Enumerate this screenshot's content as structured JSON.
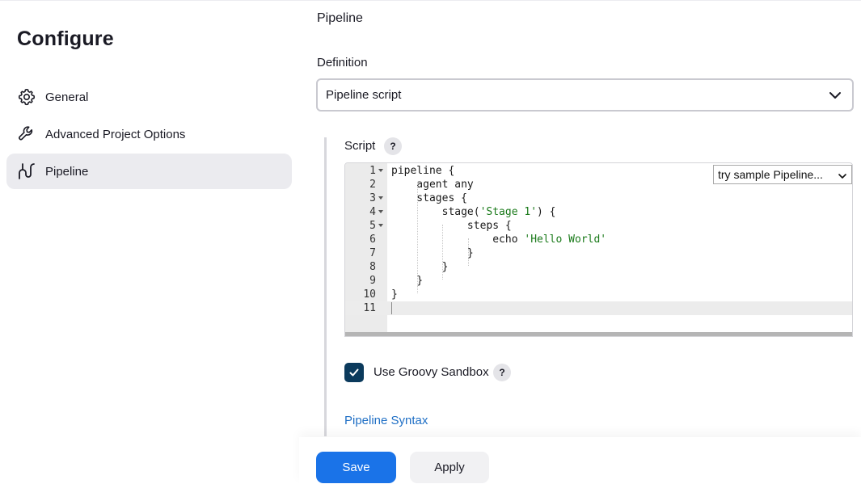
{
  "sidebar": {
    "title": "Configure",
    "items": [
      {
        "label": "General",
        "icon": "gear-icon",
        "active": false
      },
      {
        "label": "Advanced Project Options",
        "icon": "wrench-icon",
        "active": false
      },
      {
        "label": "Pipeline",
        "icon": "pipeline-icon",
        "active": true
      }
    ]
  },
  "main": {
    "section_title": "Pipeline",
    "definition": {
      "label": "Definition",
      "selected": "Pipeline script"
    },
    "script": {
      "label": "Script",
      "help": "?",
      "sample_select": "try sample Pipeline...",
      "lines": [
        {
          "num": "1",
          "fold": true,
          "code": "pipeline {"
        },
        {
          "num": "2",
          "fold": false,
          "code": "    agent any"
        },
        {
          "num": "3",
          "fold": true,
          "code": "    stages {"
        },
        {
          "num": "4",
          "fold": true,
          "code": "        stage(",
          "str": "'Stage 1'",
          "tail": ") {"
        },
        {
          "num": "5",
          "fold": true,
          "code": "            steps {"
        },
        {
          "num": "6",
          "fold": false,
          "code": "                echo ",
          "str": "'Hello World'",
          "tail": ""
        },
        {
          "num": "7",
          "fold": false,
          "code": "            }"
        },
        {
          "num": "8",
          "fold": false,
          "code": "        }"
        },
        {
          "num": "9",
          "fold": false,
          "code": "    }"
        },
        {
          "num": "10",
          "fold": false,
          "code": "}"
        },
        {
          "num": "11",
          "fold": false,
          "code": ""
        }
      ],
      "current_line": "11"
    },
    "sandbox": {
      "label": "Use Groovy Sandbox",
      "checked": true,
      "help": "?"
    },
    "syntax_link": "Pipeline Syntax"
  },
  "footer": {
    "save_label": "Save",
    "apply_label": "Apply"
  },
  "colors": {
    "accent": "#1a73e8",
    "checkbox": "#0b3a5c",
    "link": "#1f6fc5",
    "active_nav_bg": "#ebebef"
  }
}
